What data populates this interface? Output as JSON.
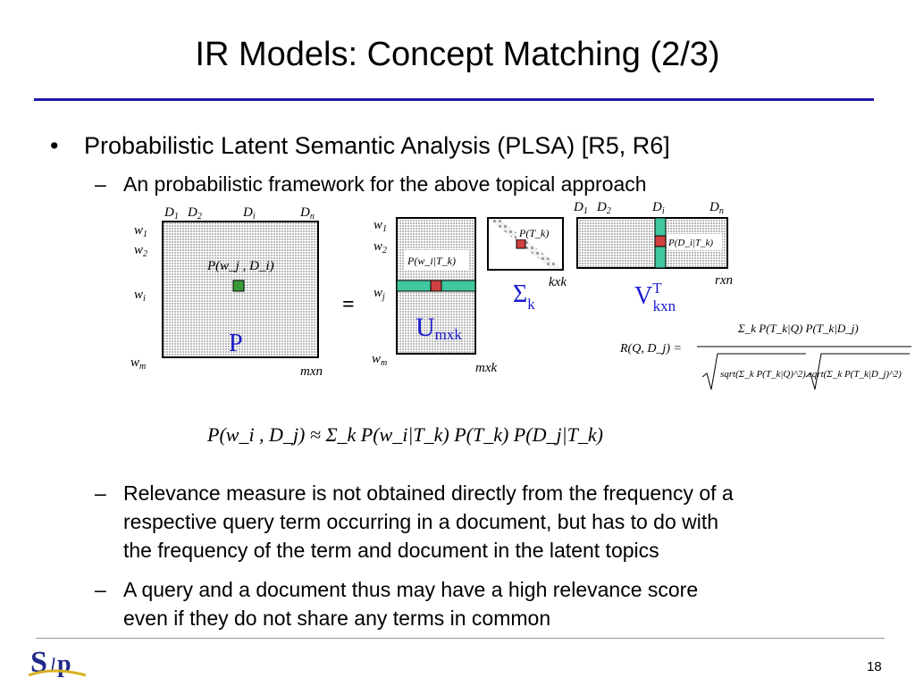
{
  "slide": {
    "title": "IR Models: Concept Matching (2/3)",
    "page_number": "18",
    "logo_text": "SLP",
    "colors": {
      "title_rule": "#1f1aa6",
      "matrix_label": "#1a1acf",
      "highlight_band": "#40c8a0",
      "cell_red": "#d04040",
      "cell_green": "#3a9a3a",
      "grid_fill": "#c8c8c8"
    }
  },
  "bullets": [
    {
      "symbol": "•",
      "text": "Probabilistic Latent Semantic Analysis (PLSA) [R5, R6]",
      "subbullets": [
        {
          "symbol": "–",
          "text": "An probabilistic framework for the above topical approach"
        }
      ]
    }
  ],
  "diagram": {
    "matrix_p": {
      "cols": {
        "d1": "D",
        "d1_sub": "1",
        "d2": "D",
        "d2_sub": "2",
        "di": "D",
        "di_sub": "i",
        "dn": "D",
        "dn_sub": "n"
      },
      "rows": {
        "w1": "w",
        "w1_sub": "1",
        "w2": "w",
        "w2_sub": "2",
        "wi": "w",
        "wi_sub": "i",
        "wm": "w",
        "wm_sub": "m"
      },
      "cell_formula": "P(w_j , D_i)",
      "label": "P",
      "dims": "mxn"
    },
    "equals": "=",
    "matrix_u": {
      "rows": {
        "w1": "w",
        "w1_sub": "1",
        "w2": "w",
        "w2_sub": "2",
        "wj": "w",
        "wj_sub": "j",
        "wm": "w",
        "wm_sub": "m"
      },
      "cell_formula": "P(w_i|T_k)",
      "label": "U",
      "label_sub": "mxk",
      "dims": "mxk"
    },
    "matrix_sigma": {
      "cell_formula": "P(T_k)",
      "label": "Σ",
      "label_sub": "k",
      "dims": "kxk"
    },
    "matrix_v": {
      "cols": {
        "d1": "D",
        "d1_sub": "1",
        "d2": "D",
        "d2_sub": "2",
        "di": "D",
        "di_sub": "i",
        "dn": "D",
        "dn_sub": "n"
      },
      "cell_formula": "P(D_i|T_k)",
      "label": "V",
      "label_sup": "T",
      "label_sub": "kxn",
      "dims": "rxn"
    },
    "relevance_formula": {
      "lhs": "R(Q, D_j) =",
      "numerator": "Σ_k P(T_k|Q) P(T_k|D_j)",
      "denominator": "sqrt(Σ_k P(T_k|Q)^2) sqrt(Σ_k P(T_k|D_j)^2)"
    },
    "main_formula": "P(w_i , D_j) ≈ Σ_k P(w_i|T_k) P(T_k) P(D_j|T_k)"
  },
  "subbullets_after": [
    {
      "symbol": "–",
      "lines": [
        "Relevance measure is not obtained directly from the frequency of a",
        "respective query term occurring in a document, but has to do with",
        "the frequency of the term and document in the latent topics"
      ]
    },
    {
      "symbol": "–",
      "lines": [
        "A query and a document thus may have a high relevance score",
        "even if they do not share any terms in common"
      ]
    }
  ]
}
